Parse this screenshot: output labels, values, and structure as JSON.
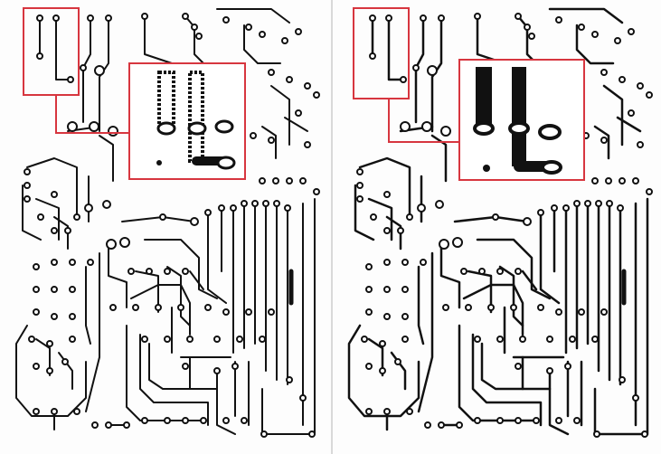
{
  "figure": {
    "panels": [
      {
        "id": "left",
        "variant": "original trace board"
      },
      {
        "id": "right",
        "variant": "enhanced trace board"
      }
    ],
    "highlight_color": "#d7363f",
    "trace_color": "#111111",
    "background_color": "#ffffff"
  }
}
